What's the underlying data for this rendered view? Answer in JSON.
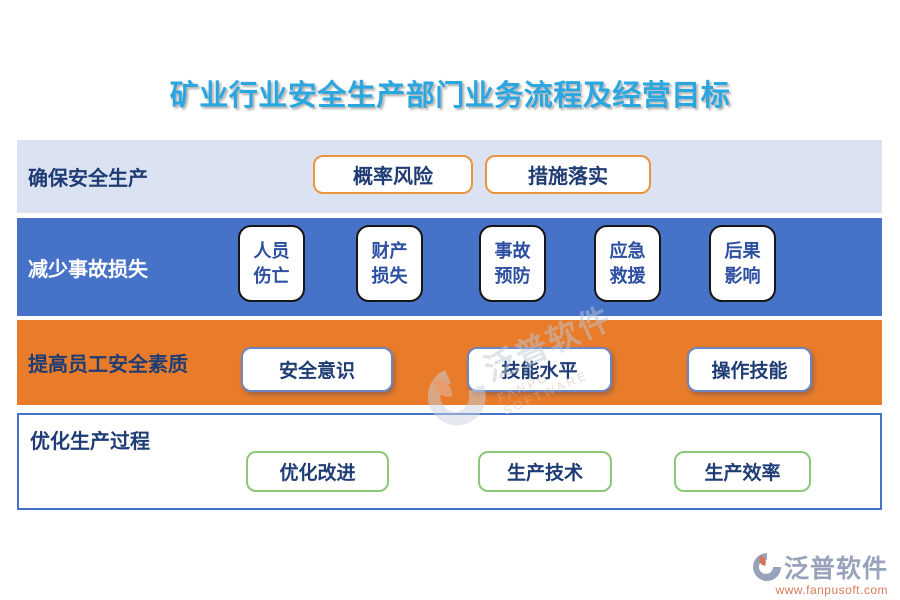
{
  "title": "矿业行业安全生产部门业务流程及经营目标",
  "rows": [
    {
      "label": "确保安全生产",
      "items": [
        "概率风险",
        "措施落实"
      ]
    },
    {
      "label": "减少事故损失",
      "items": [
        "人员\n伤亡",
        "财产\n损失",
        "事故\n预防",
        "应急\n救援",
        "后果\n影响"
      ]
    },
    {
      "label": "提高员工安全素质",
      "items": [
        "安全意识",
        "技能水平",
        "操作技能"
      ]
    },
    {
      "label": "优化生产过程",
      "items": [
        "优化改进",
        "生产技术",
        "生产效率"
      ]
    }
  ],
  "watermark": {
    "brand": "泛普软件",
    "sub": "FANPU SOFTWARE"
  },
  "footer": {
    "brand": "泛普软件",
    "url": "www.fanpusoft.com"
  },
  "colors": {
    "title": "#2aa7e0",
    "row1-bg": "#dbe3f3",
    "row2-bg": "#4673c8",
    "row3-bg": "#e87c2a",
    "navy": "#1f3c74",
    "row1-btn-border": "#e9953d",
    "row2-box-border": "#161616",
    "row3-btn-border": "#6e86c0",
    "row4-border": "#4673c8",
    "row4-btn-border": "#8bc878",
    "footer-brand": "#98a3bb",
    "footer-url": "#d97a5c",
    "watermark-gray": "#bfc6d4",
    "watermark-red": "#dcb6a9"
  }
}
